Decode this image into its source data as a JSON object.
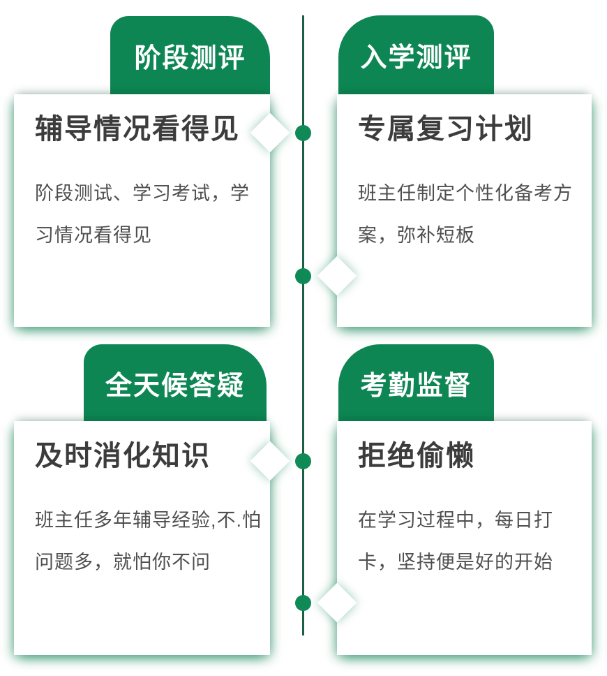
{
  "colors": {
    "brand_green": "#0e8654",
    "timeline_line_green": "#1b6046",
    "dot_green": "#0f8a57",
    "glow_green": "rgba(30,140,95,0.45)",
    "title_text": "#3c3c3c",
    "body_text": "#4f4f4f",
    "tab_text": "#ffffff",
    "background": "#ffffff"
  },
  "timeline": {
    "dot_count": 4
  },
  "cards": [
    {
      "tab": "阶段测评",
      "title": "辅导情况看得见",
      "body_lines": [
        "阶段测试、学习考试，学",
        "习情况看得见"
      ]
    },
    {
      "tab": "入学测评",
      "title": "专属复习计划",
      "body_lines": [
        "班主任制定个性化备考方",
        "案，弥补短板"
      ]
    },
    {
      "tab": "全天候答疑",
      "title": "及时消化知识",
      "body_lines": [
        "班主任多年辅导经验,不.怕",
        "问题多，就怕你不问"
      ]
    },
    {
      "tab": "考勤监督",
      "title": "拒绝偷懒",
      "body_lines": [
        "在学习过程中，每日打",
        "卡，坚持便是好的开始"
      ]
    }
  ]
}
